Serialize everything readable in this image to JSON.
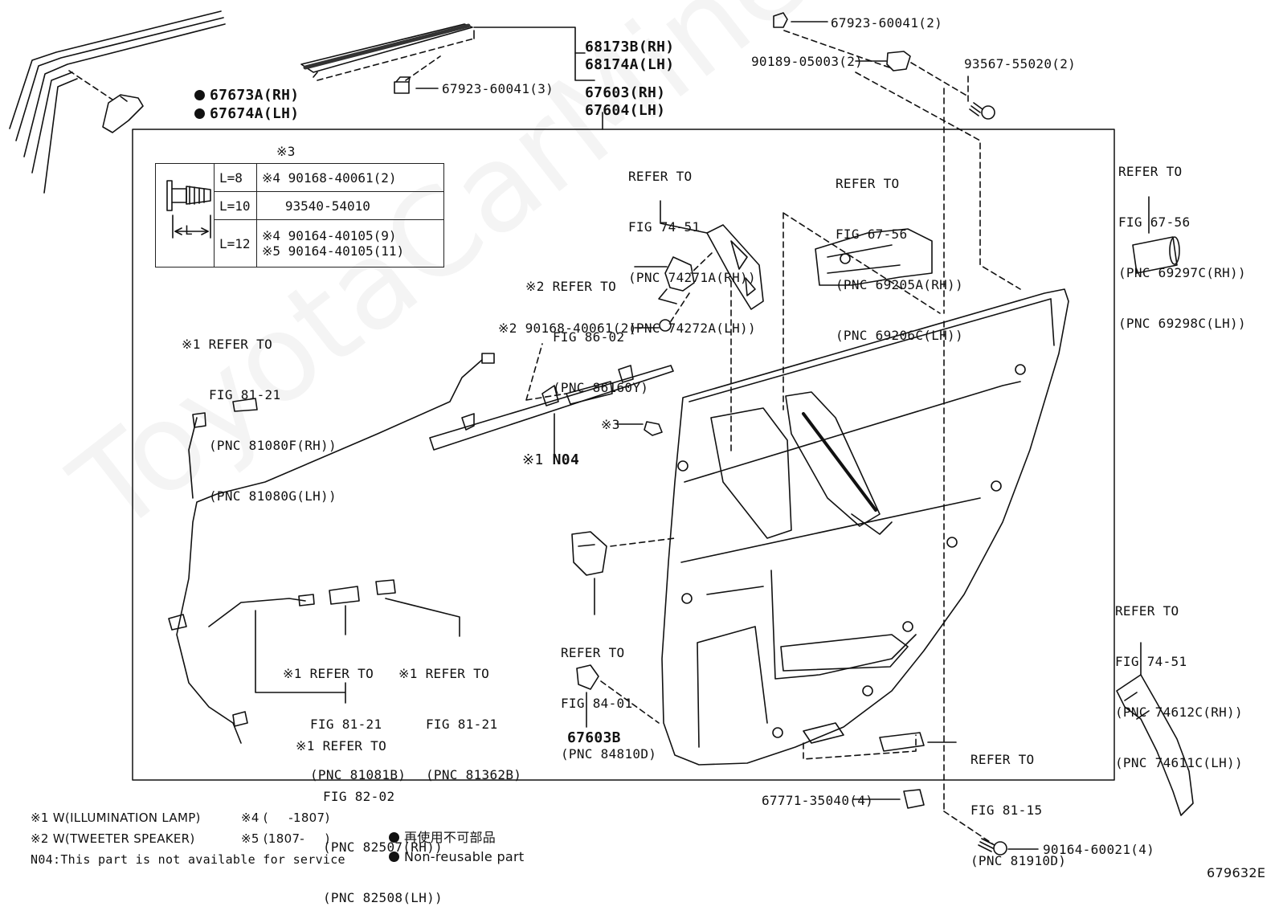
{
  "watermark": "ToyotaCarMine.ru",
  "diagram_id": "679632E",
  "labels": {
    "glass_run_rh": "68173B(RH)",
    "glass_run_lh": "68174A(LH)",
    "clip_top": "67923-60041(3)",
    "panel_rh": "67603(RH)",
    "panel_lh": "67604(LH)",
    "garnish_rh": "67673A(RH)",
    "garnish_lh": "67674A(LH)",
    "clip_topright": "67923-60041(2)",
    "nut": "90189-05003(2)",
    "screw": "93567-55020(2)",
    "bottom_clip": "67771-35040(4)",
    "bottom_screw": "90164-60021(4)",
    "clip_67603B": "67603B",
    "n04": "N04",
    "mark3": "※3",
    "mark3b": "※3",
    "screw_tweeter": "90168-40061(2)",
    "mark2_screw": "※2"
  },
  "refs": {
    "r7451": [
      "REFER TO",
      "FIG 74-51",
      "(PNC 74271A(RH))",
      "(PNC 74272A(LH))"
    ],
    "r6756": [
      "REFER TO",
      "FIG 67-56",
      "(PNC 69205A(RH))",
      "(PNC 69206C(LH))"
    ],
    "r6756b": [
      "REFER TO",
      "FIG 67-56",
      "(PNC 69297C(RH))",
      "(PNC 69298C(LH))"
    ],
    "r8602": [
      "REFER TO",
      "FIG 86-02",
      "(PNC 86160Y)"
    ],
    "r8121a": [
      "REFER TO",
      "FIG 81-21",
      "(PNC 81080F(RH))",
      "(PNC 81080G(LH))"
    ],
    "r8121b": [
      "REFER TO",
      "FIG 81-21",
      "(PNC 81081B)"
    ],
    "r8121c": [
      "REFER TO",
      "FIG 81-21",
      "(PNC 81362B)"
    ],
    "r8202": [
      "REFER TO",
      "FIG 82-02",
      "(PNC 82507(RH))",
      "(PNC 82508(LH))"
    ],
    "r8401": [
      "REFER TO",
      "FIG 84-01",
      "(PNC 84810D)"
    ],
    "r8115": [
      "REFER TO",
      "FIG 81-15",
      "(PNC 81910D)"
    ],
    "r7451b": [
      "REFER TO",
      "FIG 74-51",
      "(PNC 74612C(RH))",
      "(PNC 74611C(LH))"
    ]
  },
  "ref_marks": {
    "r8602": "※2",
    "r8121a": "※1",
    "r8121b": "※1",
    "r8121c": "※1",
    "r8202": "※1",
    "n04": "※1"
  },
  "spec_table": {
    "title": "※3",
    "dim_label": "L",
    "rows": [
      {
        "length": "L=8",
        "lines": [
          "※4 90168-40061(2)"
        ]
      },
      {
        "length": "L=10",
        "lines": [
          "   93540-54010"
        ]
      },
      {
        "length": "L=12",
        "lines": [
          "※4 90164-40105(9)",
          "※5 90164-40105(11)"
        ]
      }
    ]
  },
  "legend": {
    "n1": "※1 W(ILLUMINATION LAMP)",
    "n2": "※2 W(TWEETER SPEAKER)",
    "n4": "※4 (     -1807)",
    "n5": "※5 (1807-     )",
    "n04": "N04:This part is not available for service",
    "jp": "再使用不可部品",
    "en": "Non-reusable part"
  }
}
